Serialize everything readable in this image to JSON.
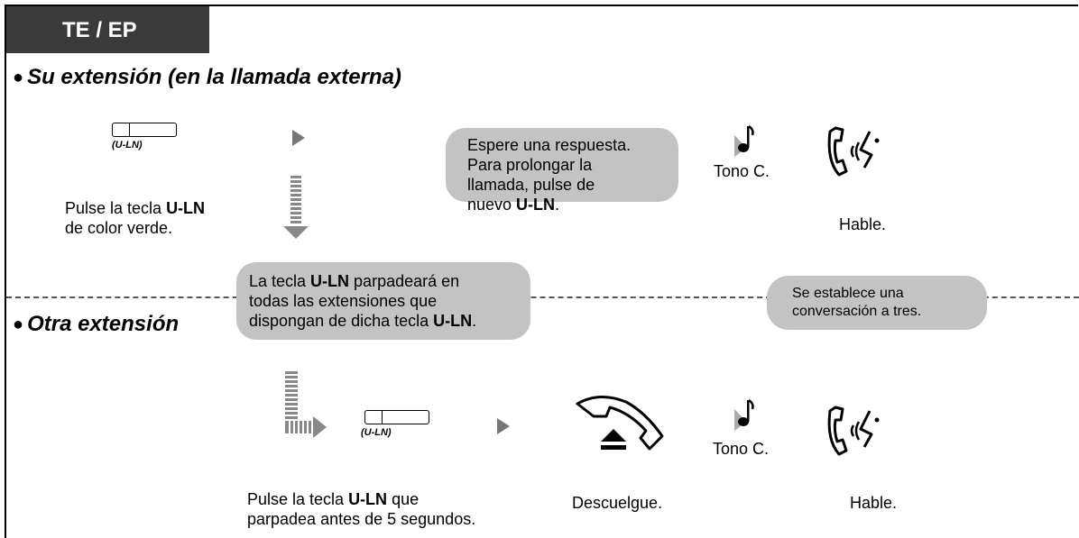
{
  "tab_label": "TE / EP",
  "section1": {
    "heading": "Su extensión (en la llamada externa)",
    "key_label": "(U-LN)",
    "press_text_a": "Pulse la tecla ",
    "press_text_b": "U-LN",
    "press_text_c": "de color verde.",
    "bubble_line1": "Espere una respuesta.",
    "bubble_line2": "Para prolongar la",
    "bubble_line3": "llamada, pulse de",
    "bubble_line4a": "nuevo ",
    "bubble_line4b": "U-LN",
    "bubble_line4c": ".",
    "tone_label": "Tono C.",
    "talk_label": "Hable."
  },
  "middle": {
    "bubble_line1a": "La tecla ",
    "bubble_line1b": "U-LN",
    "bubble_line1c": " parpadeará en",
    "bubble_line2": "todas las extensiones que",
    "bubble_line3a": "dispongan de dicha tecla ",
    "bubble_line3b": "U-LN",
    "bubble_line3c": ".",
    "conf_line1": "Se establece una",
    "conf_line2": "conversación a tres."
  },
  "section2": {
    "heading": "Otra extensión",
    "key_label": "(U-LN)",
    "press_line1a": "Pulse la tecla ",
    "press_line1b": "U-LN",
    "press_line1c": " que",
    "press_line2": "parpadea antes de 5 segundos.",
    "offhook_label": "Descuelgue.",
    "tone_label": "Tono C.",
    "talk_label": "Hable."
  },
  "icons": [
    "green-key-icon",
    "right-arrow-icon",
    "down-arrow-icon",
    "music-note-icon",
    "talking-handset-icon",
    "corner-arrow-icon",
    "off-hook-handset-icon"
  ],
  "colors": {
    "tab_bg": "#3a3a3a",
    "bubble_bg": "#c3c3c3",
    "arrow": "#777777"
  }
}
